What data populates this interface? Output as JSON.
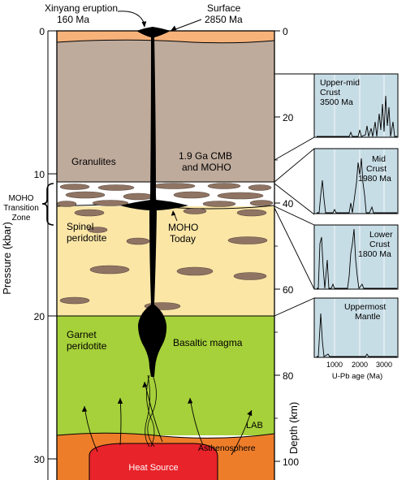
{
  "callouts": {
    "eruption_name": "Xinyang eruption",
    "eruption_age": "160 Ma",
    "surface_name": "Surface",
    "surface_age": "2850 Ma"
  },
  "layers": {
    "granulites": "Granulites",
    "cmb_line1": "1.9 Ga CMB",
    "cmb_line2": "and MOHO",
    "moho_tz_line1": "MOHO",
    "moho_tz_line2": "Transition",
    "moho_tz_line3": "Zone",
    "spinel_line1": "Spinel",
    "spinel_line2": "peridotite",
    "moho_today_line1": "MOHO",
    "moho_today_line2": "Today",
    "garnet_line1": "Garnet",
    "garnet_line2": "peridotite",
    "basaltic_magma": "Basaltic magma",
    "lab": "LAB",
    "asthenosphere": "Asthenosphere",
    "heat_source": "Heat Source"
  },
  "axes": {
    "pressure_label": "Pressure (kbar)",
    "pressure_ticks": [
      "0",
      "10",
      "20",
      "30"
    ],
    "depth_label": "Depth (km)",
    "depth_ticks": [
      "0",
      "20",
      "40",
      "60",
      "80",
      "100"
    ],
    "age_label": "U-Pb age (Ma)",
    "age_ticks": [
      "1000",
      "2000",
      "3000"
    ]
  },
  "panels": [
    {
      "line1": "Upper-mid",
      "line2": "Crust",
      "line3": "3500 Ma"
    },
    {
      "line1": "Mid",
      "line2": "Crust",
      "line3": "1980 Ma"
    },
    {
      "line1": "Lower",
      "line2": "Crust",
      "line3": "1800 Ma"
    },
    {
      "line1": "Uppermost",
      "line2": "Mantle",
      "line3": ""
    }
  ],
  "colors": {
    "surface": "#f7b27a",
    "granulite": "#bfab9c",
    "spinel": "#fbe6a6",
    "garnet": "#a6d13a",
    "asthenosphere": "#ee7d2a",
    "heat_source": "#e8232a",
    "panel_bg": "#c7dde6",
    "xenolith": "#8f7463",
    "magma": "#000000"
  }
}
